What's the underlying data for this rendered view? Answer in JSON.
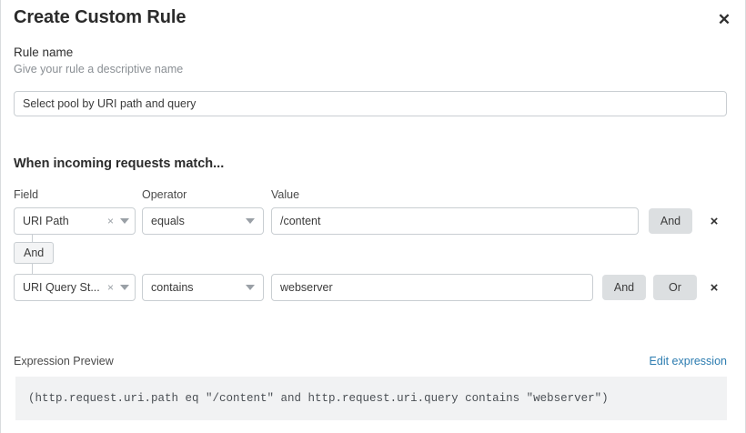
{
  "dialog": {
    "title": "Create Custom Rule",
    "close_icon": "close-icon"
  },
  "rule_name": {
    "label": "Rule name",
    "description": "Give your rule a descriptive name",
    "value": "Select pool by URI path and query",
    "placeholder": "Select pool by URI path and query"
  },
  "conditions": {
    "heading": "When incoming requests match...",
    "columns": {
      "field": "Field",
      "operator": "Operator",
      "value": "Value"
    },
    "connector": {
      "label": "And"
    },
    "rows": [
      {
        "field": "URI Path",
        "operator": "equals",
        "value": "/content",
        "clear_icon": "×",
        "and_label": "And",
        "delete_icon": "×"
      },
      {
        "field": "URI Query St...",
        "operator": "contains",
        "value": "webserver",
        "clear_icon": "×",
        "and_label": "And",
        "or_label": "Or",
        "delete_icon": "×"
      }
    ]
  },
  "expression_preview": {
    "title": "Expression Preview",
    "edit_link": "Edit expression",
    "expression": "(http.request.uri.path eq \"/content\" and http.request.uri.query contains \"webserver\")"
  },
  "colors": {
    "accent_link": "#2c7cb0",
    "button_bg": "#dcdfe1",
    "border": "#c9ced2",
    "preview_bg": "#f1f2f3",
    "text": "#313131",
    "muted_text": "#8a8f94"
  }
}
